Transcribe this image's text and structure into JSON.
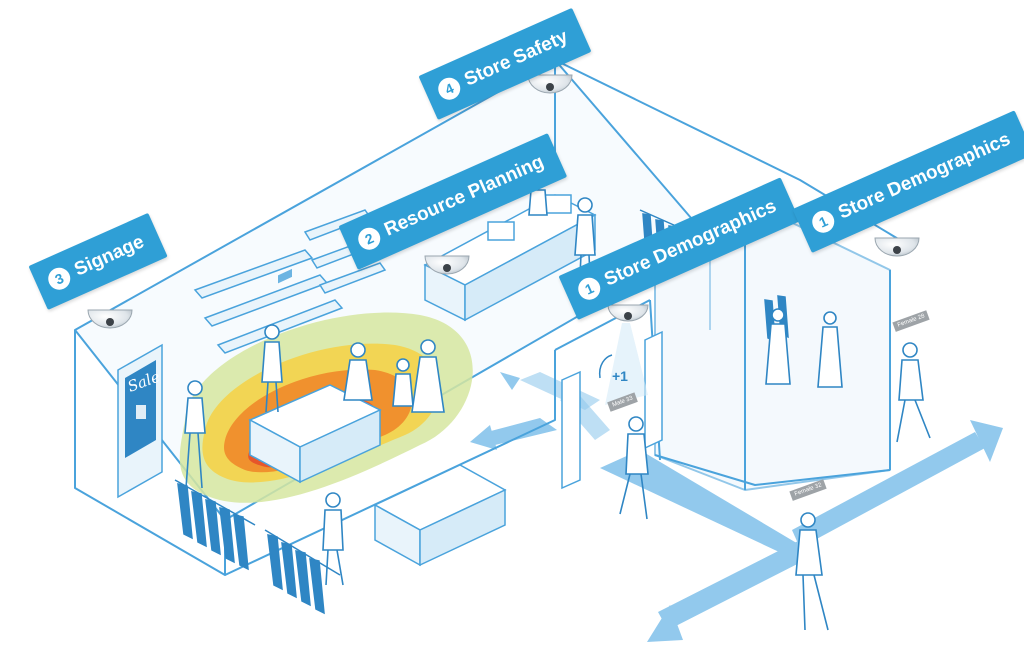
{
  "labels": {
    "signage": {
      "number": "3",
      "text": "Signage"
    },
    "resource_planning": {
      "number": "2",
      "text": "Resource Planning"
    },
    "store_safety": {
      "number": "4",
      "text": "Store Safety"
    },
    "store_demographics_entrance": {
      "number": "1",
      "text": "Store Demographics"
    },
    "store_demographics_window": {
      "number": "1",
      "text": "Store Demographics"
    }
  },
  "counter_increment": "+1",
  "signage_screen_text": "Sale",
  "person_tags": {
    "entrance": "Male 33",
    "window": "Female 28",
    "street": "Female 32"
  },
  "colors": {
    "label_blue": "#2f9fd6",
    "line_blue": "#4aa3dc",
    "flow_arrow": "#7fc0ea",
    "heatmap_outer": "#d6e6a0",
    "heatmap_mid": "#f4d34a",
    "heatmap_inner": "#f08a2a",
    "heatmap_core": "#e4502a"
  }
}
